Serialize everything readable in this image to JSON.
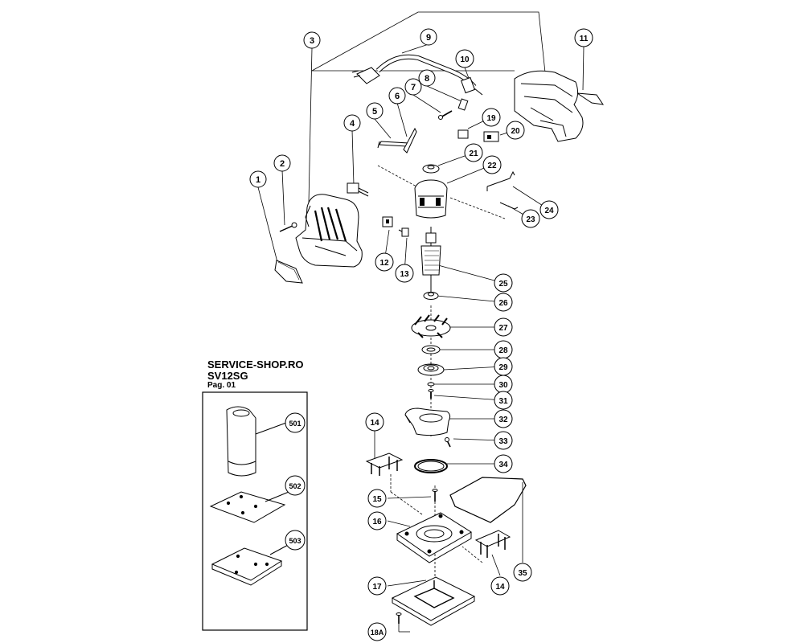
{
  "header": {
    "shop": "SERVICE-SHOP.RO",
    "model": "SV12SG",
    "page": "Pag. 01"
  },
  "callouts": {
    "c1": "1",
    "c2": "2",
    "c3": "3",
    "c4": "4",
    "c5": "5",
    "c6": "6",
    "c7": "7",
    "c8": "8",
    "c9": "9",
    "c10": "10",
    "c11": "11",
    "c12": "12",
    "c13": "13",
    "c14": "14",
    "c15": "15",
    "c16": "16",
    "c17": "17",
    "c18A": "18A",
    "c19": "19",
    "c20": "20",
    "c21": "21",
    "c22": "22",
    "c23": "23",
    "c24": "24",
    "c25": "25",
    "c26": "26",
    "c27": "27",
    "c28": "28",
    "c29": "29",
    "c30": "30",
    "c31": "31",
    "c32": "32",
    "c33": "33",
    "c34": "34",
    "c35": "35",
    "c501": "501",
    "c502": "502",
    "c503": "503"
  }
}
